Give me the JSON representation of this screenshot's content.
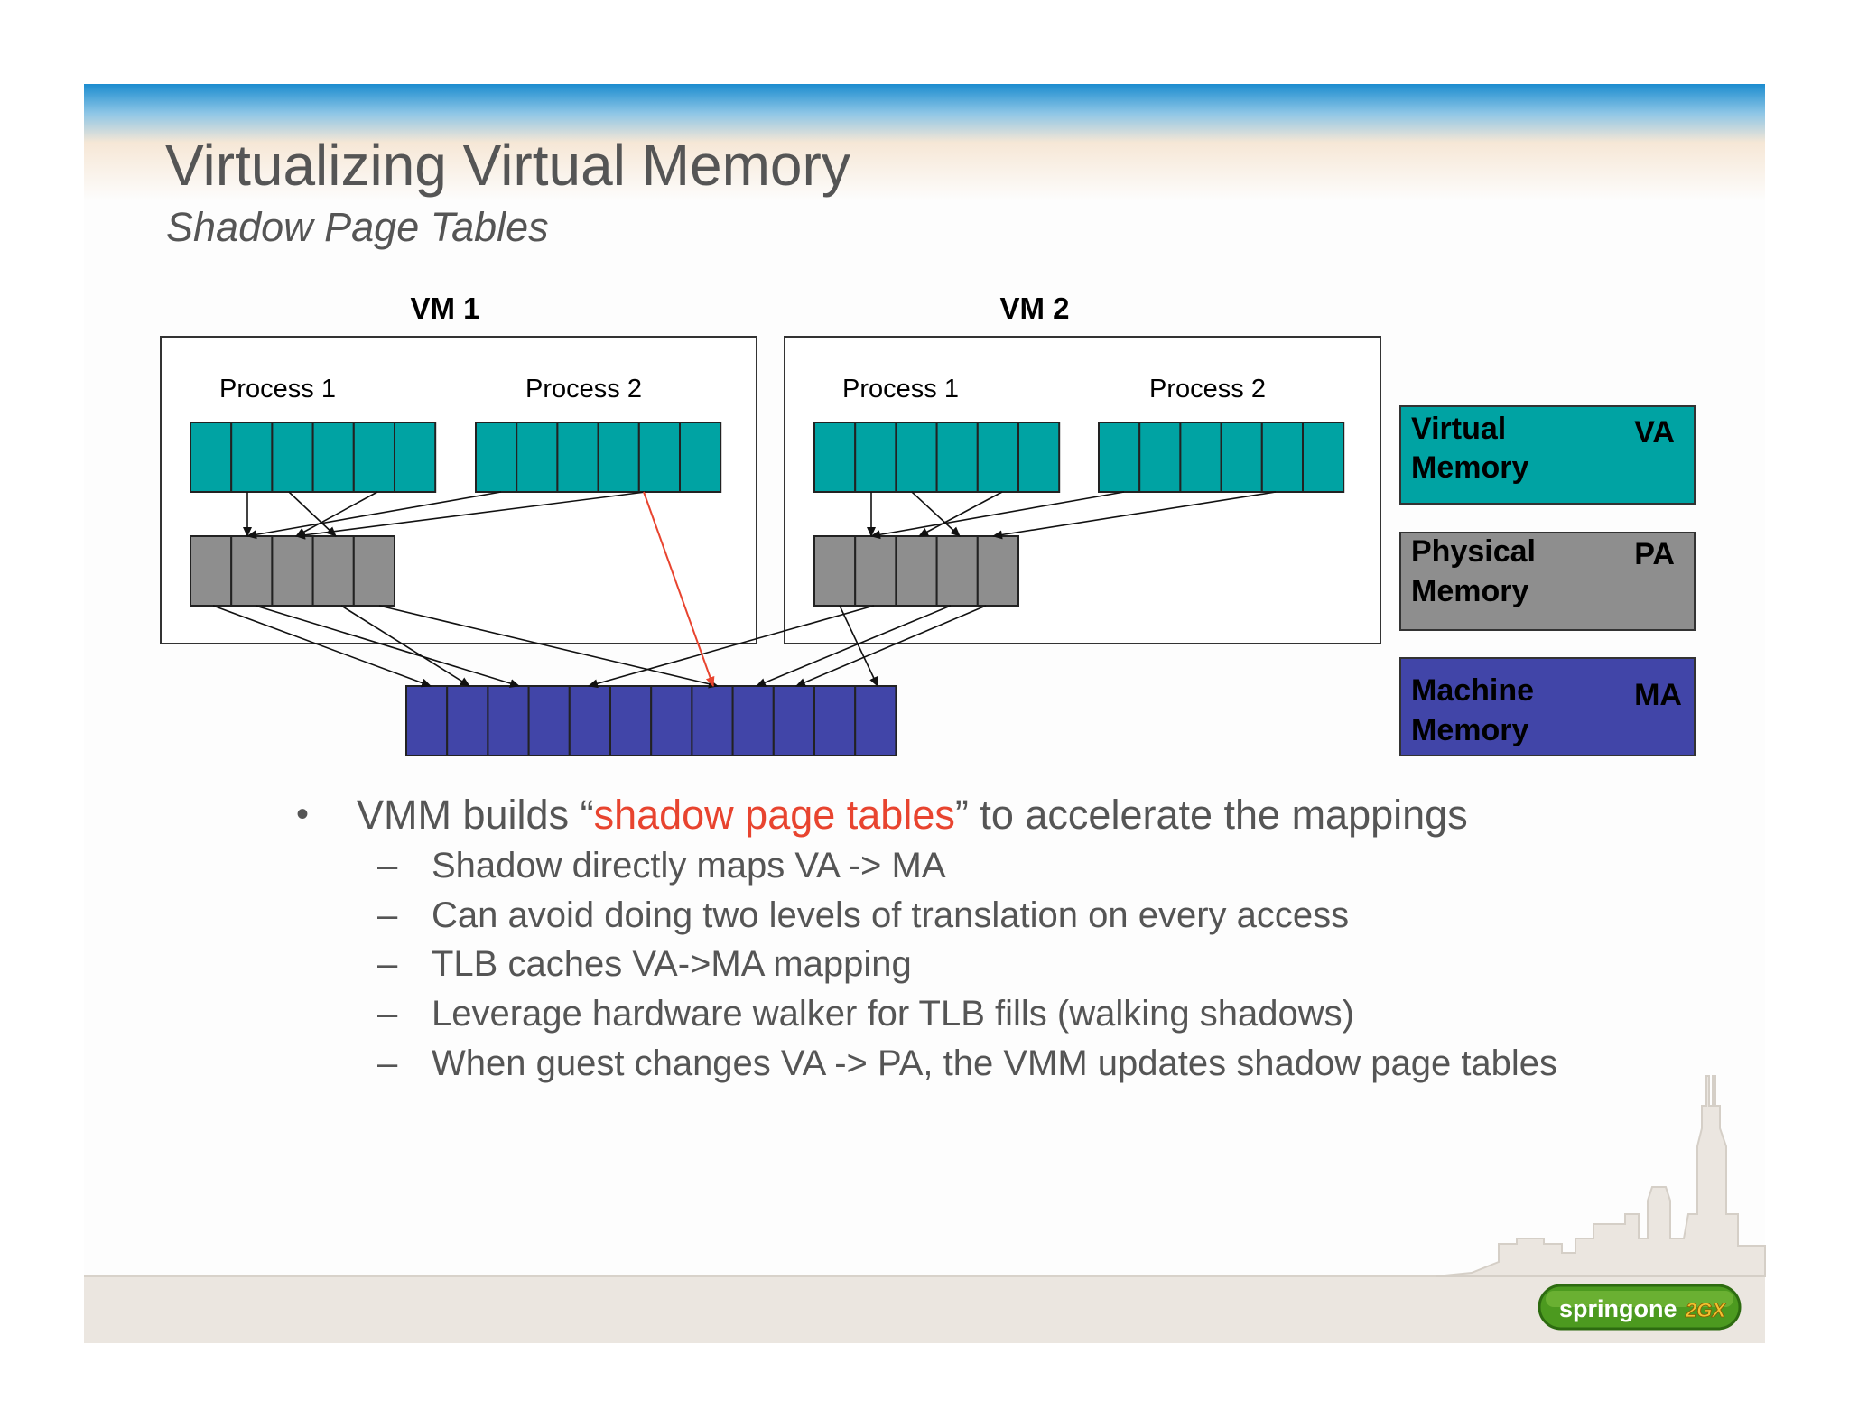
{
  "title": "Virtualizing Virtual Memory",
  "subtitle": "Shadow Page Tables",
  "diagram": {
    "vms": [
      {
        "label": "VM 1",
        "processes": [
          "Process 1",
          "Process 2"
        ]
      },
      {
        "label": "VM 2",
        "processes": [
          "Process 1",
          "Process 2"
        ]
      }
    ],
    "legend": [
      {
        "name": "Virtual\nMemory",
        "abbr": "VA",
        "color": "#00a3a3"
      },
      {
        "name": "Physical\nMemory",
        "abbr": "PA",
        "color": "#8e8e8e"
      },
      {
        "name": "Machine\nMemory",
        "abbr": "MA",
        "color": "#4145a8"
      }
    ],
    "shadow_arrow_color": "#e8442f"
  },
  "bullets": {
    "main_prefix": "VMM builds “",
    "main_highlight": "shadow page tables",
    "main_suffix": "” to accelerate the mappings",
    "subs": [
      "Shadow directly maps VA -> MA",
      "Can avoid doing two levels of translation on every access",
      "TLB caches VA->MA mapping",
      "Leverage hardware walker for TLB fills (walking shadows)",
      "When guest changes VA -> PA, the VMM updates shadow page tables"
    ]
  },
  "logo": {
    "text": "springone",
    "suffix": "2GX"
  }
}
